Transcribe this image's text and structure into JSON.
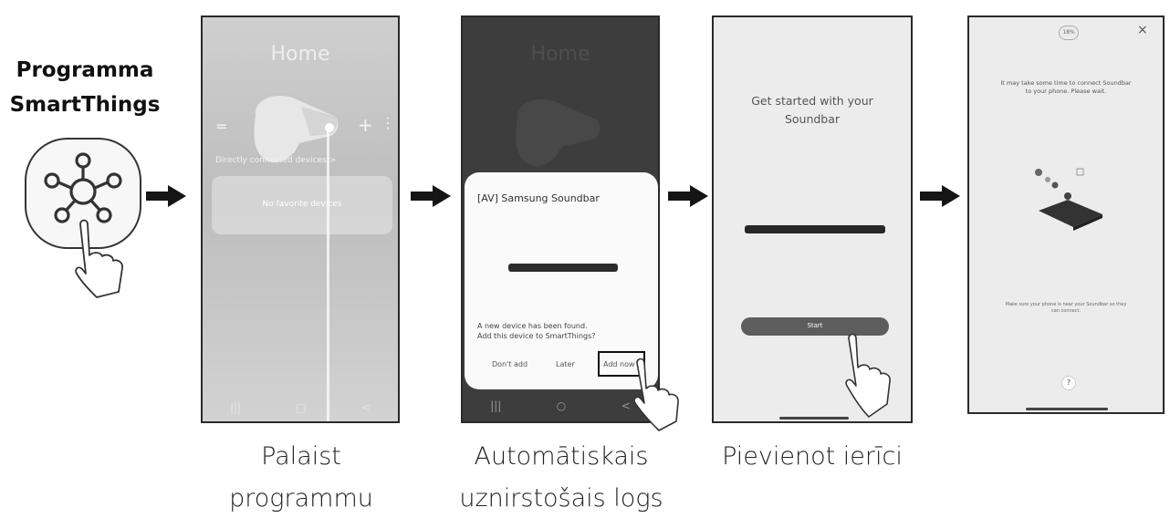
{
  "intro": {
    "title_line1": "Programma",
    "title_line2": "SmartThings",
    "icon": "smartthings-app-icon"
  },
  "steps": [
    {
      "caption_line1": "Palaist",
      "caption_line2": "programmu",
      "screen": {
        "title": "Home",
        "menu_icon": "=",
        "add_icon": "+",
        "more_icon": "⋮",
        "section_label": "Directly connected devices >",
        "card_text": "No favorite devices",
        "nav": [
          "|||",
          "□",
          "<"
        ]
      }
    },
    {
      "caption_line1": "Automātiskais",
      "caption_line2": "uznirstošais logs",
      "screen": {
        "background_title": "Home",
        "popup_title": "[AV] Samsung Soundbar",
        "message_line1": "A new device has been found.",
        "message_line2": "Add this device to SmartThings?",
        "buttons": [
          "Don't add",
          "Later",
          "Add now"
        ],
        "nav": [
          "|||",
          "○",
          "<"
        ]
      }
    },
    {
      "caption_line1": "Pievienot ierīci",
      "screen": {
        "title_line1": "Get started with your",
        "title_line2": "Soundbar",
        "button_label": "Start"
      }
    },
    {
      "screen": {
        "progress_badge": "18%",
        "close_icon": "×",
        "message_line1": "It may take some time to connect Soundbar",
        "message_line2": "to your phone. Please wait.",
        "footer_line1": "Make sure your phone is near your Soundbar so they",
        "footer_line2": "can connect.",
        "help_icon": "?"
      }
    }
  ],
  "colors": {
    "arrow": "#151515",
    "phone_border": "#2a2a2a",
    "popup_dark": "#3d3d3d"
  }
}
